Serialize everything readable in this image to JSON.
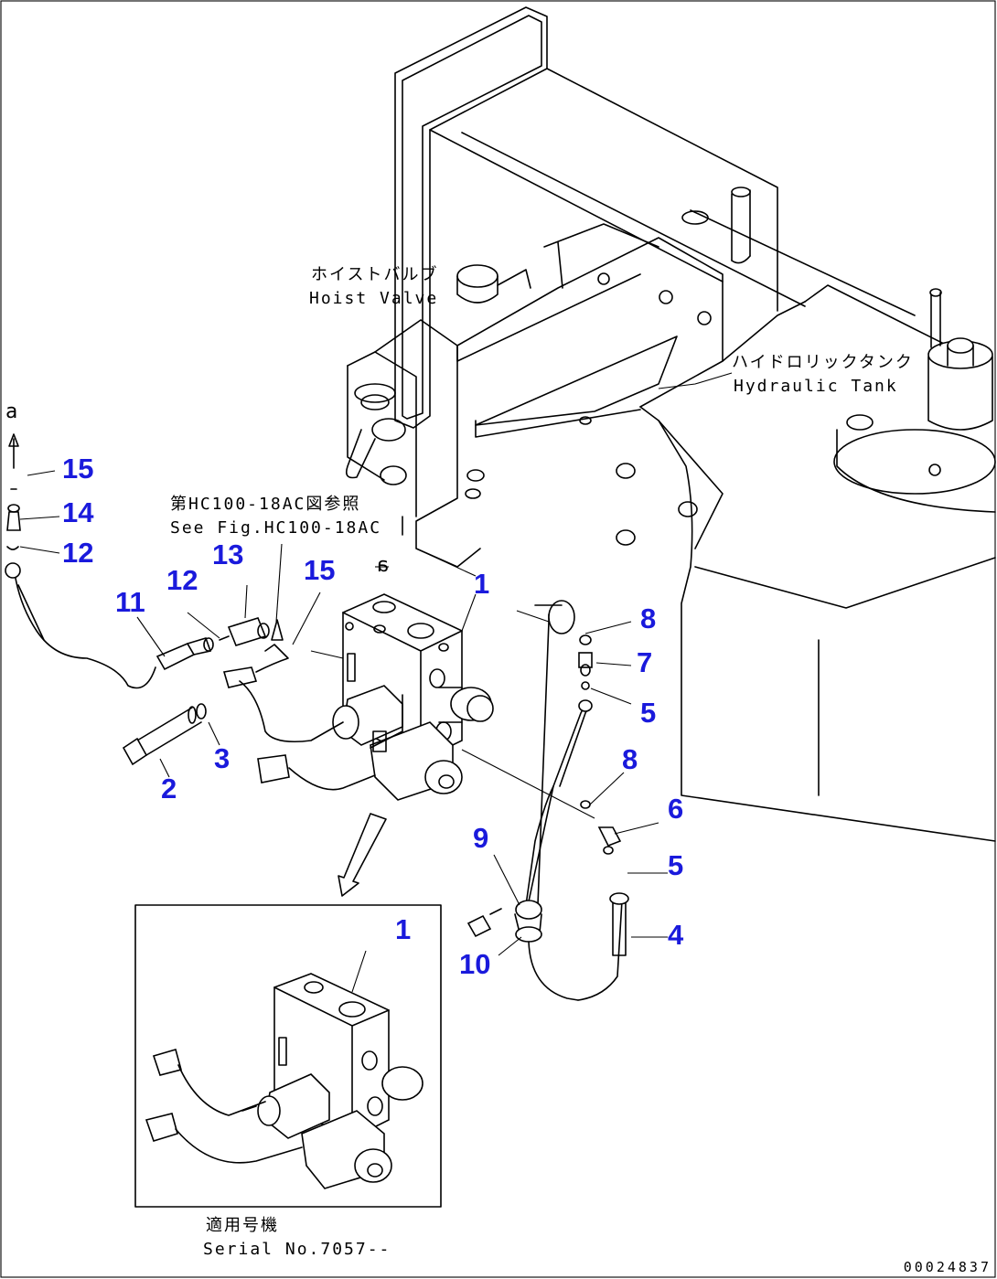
{
  "labels": {
    "hoist_valve_jp": "ホイストバルブ",
    "hoist_valve_en": "Hoist Valve",
    "hydraulic_tank_jp": "ハイドロリックタンク",
    "hydraulic_tank_en": "Hydraulic Tank",
    "see_fig_jp": "第HC100-18AC図参照",
    "see_fig_en": "See Fig.HC100-18AC",
    "serial_jp": "適用号機",
    "serial_en": "Serial No.7057--",
    "ref_a_top": "a",
    "ref_a_mid": "a",
    "drawing_number": "00024837"
  },
  "callouts": [
    {
      "id": "c15a",
      "text": "15"
    },
    {
      "id": "c14",
      "text": "14"
    },
    {
      "id": "c12a",
      "text": "12"
    },
    {
      "id": "c13",
      "text": "13"
    },
    {
      "id": "c12b",
      "text": "12"
    },
    {
      "id": "c11",
      "text": "11"
    },
    {
      "id": "c15b",
      "text": "15"
    },
    {
      "id": "c1a",
      "text": "1"
    },
    {
      "id": "c8a",
      "text": "8"
    },
    {
      "id": "c7",
      "text": "7"
    },
    {
      "id": "c5a",
      "text": "5"
    },
    {
      "id": "c8b",
      "text": "8"
    },
    {
      "id": "c6",
      "text": "6"
    },
    {
      "id": "c5b",
      "text": "5"
    },
    {
      "id": "c9",
      "text": "9"
    },
    {
      "id": "c4",
      "text": "4"
    },
    {
      "id": "c10",
      "text": "10"
    },
    {
      "id": "c3",
      "text": "3"
    },
    {
      "id": "c2",
      "text": "2"
    },
    {
      "id": "c1b",
      "text": "1"
    }
  ],
  "colors": {
    "callout": "#1a1adc",
    "line": "#000000",
    "background": "#ffffff"
  }
}
